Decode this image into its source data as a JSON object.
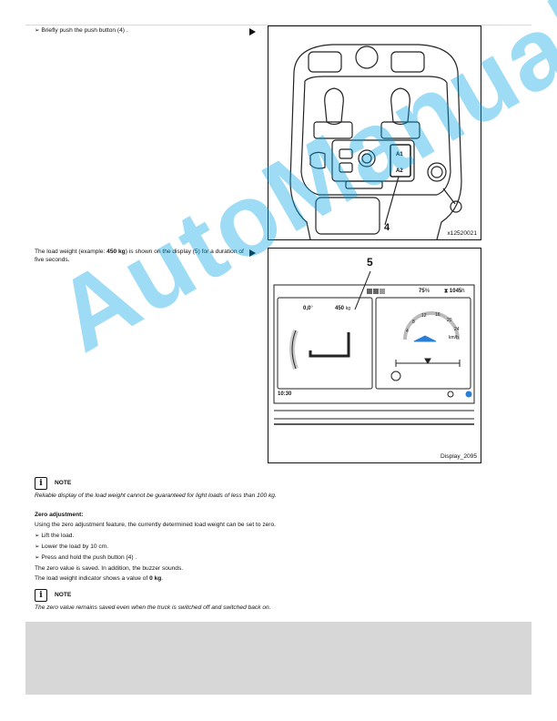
{
  "step1": {
    "text": "➢ Briefly push the push button (4) ."
  },
  "fig1": {
    "callout": "4",
    "caption": "x12520021",
    "switch_a1": "A1",
    "switch_a2": "A2"
  },
  "step2": {
    "text_before": "The load weight (example: ",
    "bold_value": "450  kg",
    "text_after": ") is shown on the display (5) for a duration of five seconds."
  },
  "fig2": {
    "callout": "5",
    "caption": "Display_2095",
    "battery": "75",
    "battery_unit": "%",
    "hours": "1045",
    "hours_unit": "h",
    "angle": "0,0",
    "angle_unit": "°",
    "weight": "450",
    "weight_unit": "kg",
    "speed_unit": "km/h",
    "time": "10:30",
    "gauge_ticks": [
      "4",
      "8",
      "12",
      "16",
      "20",
      "24"
    ]
  },
  "note1": {
    "label": "NOTE",
    "text": "Reliable display of the load weight cannot be guaranteed for light loads of less than 100 kg."
  },
  "zero": {
    "heading": "Zero adjustment:",
    "line1": "Using the zero adjustment feature, the currently determined load weight can be set to zero.",
    "line2": "➢ Lift the load.",
    "line3": "➢ Lower the load by 10 cm.",
    "line4": "➢ Press and hold the push button (4) .",
    "line5": "The zero value is saved. In addition, the buzzer sounds.",
    "line6_before": "The load weight indicator shows a value of ",
    "line6_bold": "0  kg",
    "line6_after": "."
  },
  "note2": {
    "label": "NOTE",
    "text": "The zero value remains saved even when the truck is switched off and switched back on."
  },
  "watermark": "AutoManual",
  "colors": {
    "watermark": "#00a0e6",
    "arrow_blue": "#2a7fd4",
    "footer_gray": "#d7d7d7"
  }
}
